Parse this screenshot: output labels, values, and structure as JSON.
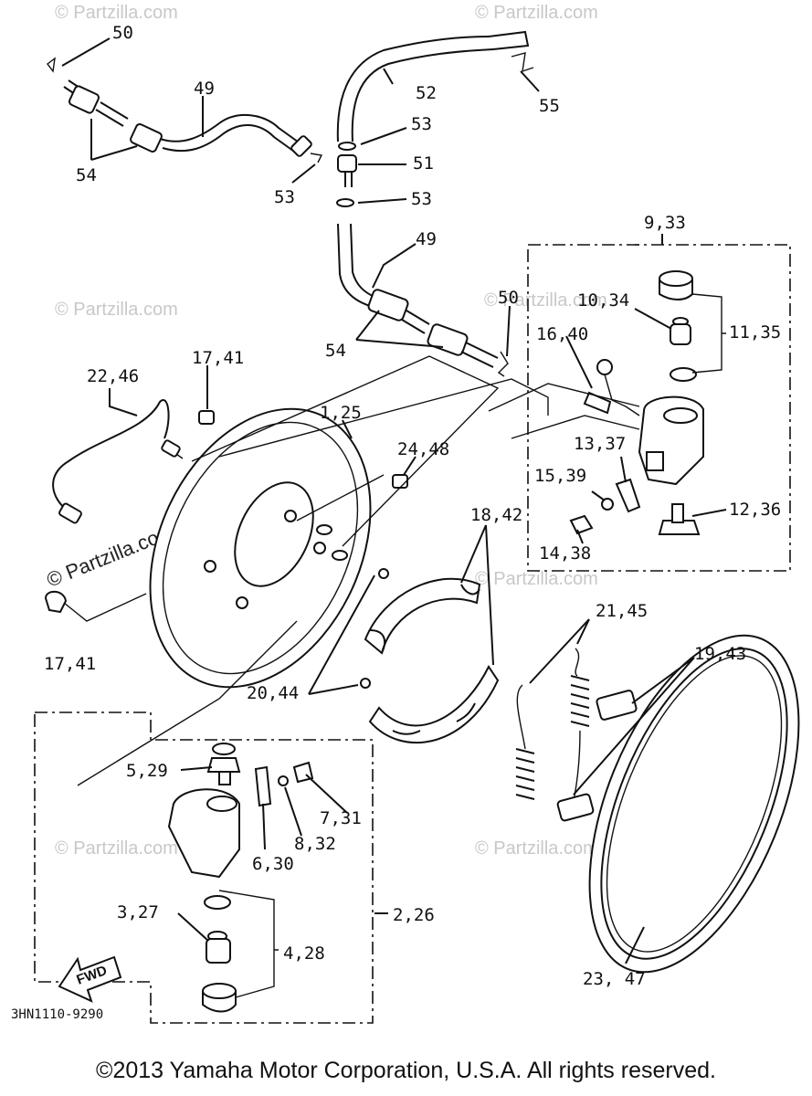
{
  "diagram": {
    "labels": {
      "p50a": "50",
      "p49a": "49",
      "p52": "52",
      "p55": "55",
      "p54a": "54",
      "p53a": "53",
      "p51": "51",
      "p53b": "53",
      "p53c": "53",
      "p49b": "49",
      "p9_33": "9,33",
      "p50b": "50",
      "p10_34": "10,34",
      "p11_35": "11,35",
      "p54b": "54",
      "p16_40": "16,40",
      "p17_41a": "17,41",
      "p22_46": "22,46",
      "p1_25": "1,25",
      "p24_48": "24,48",
      "p13_37": "13,37",
      "p15_39": "15,39",
      "p12_36": "12,36",
      "p14_38": "14,38",
      "p18_42": "18,42",
      "p17_41b": "17,41",
      "p21_45": "21,45",
      "p19_43": "19,43",
      "p20_44": "20,44",
      "p5_29": "5,29",
      "p7_31": "7,31",
      "p8_32": "8,32",
      "p6_30": "6,30",
      "p2_26": "2,26",
      "p3_27": "3,27",
      "p4_28": "4,28",
      "p23_47": "23, 47"
    },
    "fwd_label": "FWD",
    "drawing_code": "3HN1110-9290",
    "watermark": "© Partzilla.com",
    "watermark_strong": "© Partzilla.com"
  },
  "copyright": "©2013 Yamaha Motor Corporation, U.S.A. All rights reserved."
}
